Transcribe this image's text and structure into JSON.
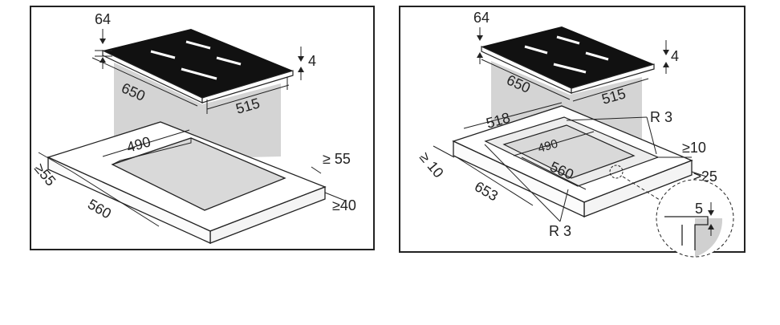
{
  "left_panel": {
    "hob_depth_label": "64",
    "glass_thickness_label": "4",
    "hob_width_label": "650",
    "hob_length_label": "515",
    "cutout_width_label": "490",
    "cutout_length_label": "560",
    "front_margin_label": "≥ 55",
    "side_margin_label": "≥55",
    "wall_distance_label": "≥40"
  },
  "right_panel": {
    "hob_depth_label": "64",
    "glass_thickness_label": "4",
    "hob_width_label": "650",
    "hob_length_label": "515",
    "recess_outer_width_label": "518",
    "recess_outer_length_label": "653",
    "cutout_width_label": "490",
    "cutout_length_label": "560",
    "radius_top_label": "R 3",
    "radius_bottom_label": "R 3",
    "side_margin_label": "≥10",
    "left_margin_label": "≥ 10",
    "rear_margin_label": "≥25",
    "detail_depth_label": "5"
  },
  "colors": {
    "glass": "#111111",
    "shadow_column": "#d2d2d2",
    "cutout": "#d9d9d9",
    "frame": "#222222"
  }
}
